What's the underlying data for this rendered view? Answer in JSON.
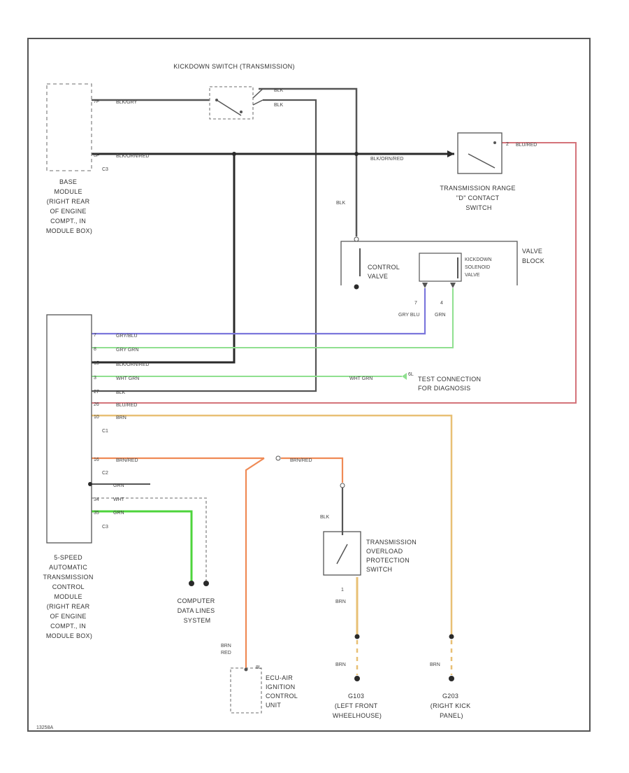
{
  "colors": {
    "black": "#2a2a2a",
    "gray": "#555555",
    "blue": "#7b76dc",
    "green": "#8fe08f",
    "bright_green": "#4ed43c",
    "red": "#d4737a",
    "orange": "#ef8a55",
    "yellow": "#e8c075",
    "dashed": "#8a8a8a"
  },
  "components": {
    "kickdown_switch": "KICKDOWN SWITCH (TRANSMISSION)",
    "base_module": [
      "BASE",
      "MODULE",
      "(RIGHT REAR",
      "OF ENGINE",
      "COMPT., IN",
      "MODULE BOX)"
    ],
    "range_switch": [
      "TRANSMISSION RANGE",
      "\"D\" CONTACT",
      "SWITCH"
    ],
    "control_valve": [
      "CONTROL",
      "VALVE"
    ],
    "kickdown_solenoid": [
      "KICKDOWN",
      "SOLENOID",
      "VALVE"
    ],
    "valve_block": [
      "VALVE",
      "BLOCK"
    ],
    "test_connection": [
      "TEST CONNECTION",
      "FOR DIAGNOSIS"
    ],
    "tcm": [
      "5-SPEED",
      "AUTOMATIC",
      "TRANSMISSION",
      "CONTROL",
      "MODULE",
      "(RIGHT REAR",
      "OF ENGINE",
      "COMPT., IN",
      "MODULE BOX)"
    ],
    "computer_data_lines": [
      "COMPUTER",
      "DATA LINES",
      "SYSTEM"
    ],
    "overload_switch": [
      "TRANSMISSION",
      "OVERLOAD",
      "PROTECTION",
      "SWITCH"
    ],
    "ignition_unit": [
      "ECU-AIR",
      "IGNITION",
      "CONTROL",
      "UNIT"
    ],
    "g103": [
      "G103",
      "(LEFT FRONT",
      "WHEELHOUSE)"
    ],
    "g203": [
      "G203",
      "(RIGHT KICK",
      "PANEL)"
    ]
  },
  "wires": {
    "blk_gry": "BLK/GRY",
    "blk_orn_red": "BLK/ORN/RED",
    "blk_orn_red_2": "BLK/ORN/RED",
    "blu_red": "BLU/RED",
    "blk": "BLK",
    "gry_blu": "GRY BLU",
    "grn": "GRN",
    "gry_blu_long": "GRY/BLU",
    "gry_grn": "GRY GRN",
    "blk_orn_red_3": "BLK/ORN/RED",
    "wht_grn": "WHT GRN",
    "wht_grn_2": "WHT GRN",
    "blk_c1": "BLK",
    "blu_red_2": "BLU/RED",
    "brn": "BRN",
    "brn_red": "BRN/RED",
    "brn_red_2": "BRN/RED",
    "brn_red_3": "BRN RED",
    "grn_bot": "GRN",
    "wht": "WHT",
    "brn_lower": "BRN",
    "brn_g103": "BRN",
    "brn_g203": "BRN"
  },
  "pins": {
    "base_p1": "7F",
    "base_p2": "8F",
    "base_c": "C3",
    "tcm_p1": "7",
    "tcm_p2": "8",
    "tcm_p3": "15",
    "tcm_p4": "3",
    "tcm_p5": "27",
    "tcm_p6": "26",
    "tcm_p7": "10",
    "tcm_c1": "C1",
    "tcm_p8": "16",
    "tcm_c2": "C2",
    "tcm_p9": "34",
    "tcm_p10": "35",
    "tcm_c3": "C3",
    "solenoid_p1": "7",
    "solenoid_p2": "4",
    "ovl_p": "1",
    "ign_p": "8L",
    "test_p": "6L",
    "range_p": "2",
    "footer": "13258A"
  }
}
